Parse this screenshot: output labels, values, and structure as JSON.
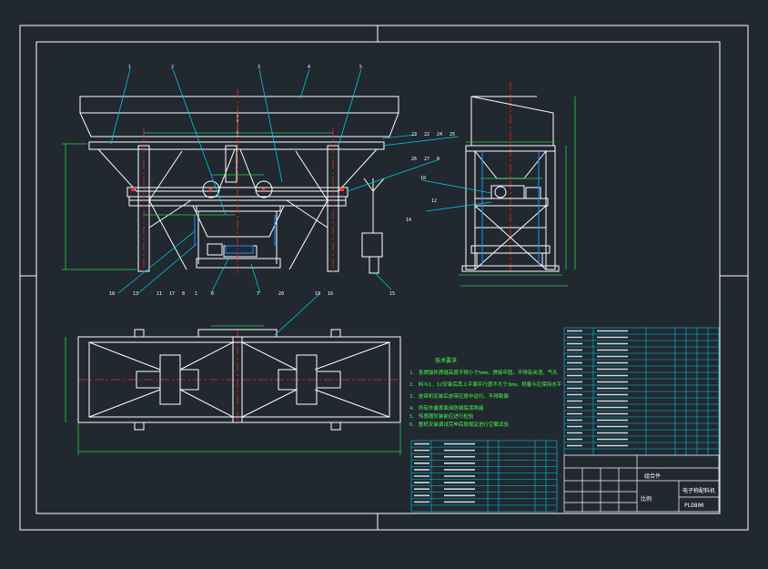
{
  "colors": {
    "background": "#212830",
    "frame": "#ffffff",
    "centerline": "#ff2020",
    "leader": "#00c8e6",
    "dimension": "#2bd14a",
    "notes": "#48ff48",
    "table_text": "#ffffff",
    "hatch": "#1e90ff"
  },
  "part_callouts_top": [
    "1",
    "2",
    "3",
    "4",
    "5"
  ],
  "part_callouts_side": [
    "23",
    "22",
    "24",
    "25",
    "26",
    "27",
    "8",
    "10",
    "12"
  ],
  "part_callouts_bottom": [
    "18",
    "13",
    "11",
    "17",
    "8",
    "1",
    "6",
    "7",
    "20",
    "19",
    "16",
    "14",
    "15"
  ],
  "title_block": {
    "title": "组合件",
    "drawing_name": "电子称配料机",
    "drawing_no": "PLD800",
    "scale_label": "比例"
  },
  "notes": {
    "heading": "技术要求",
    "lines": [
      "1. 各焊接件焊缝高度不得小于5mm，焊接牢固，不得有夹渣、气孔",
      "2. 料斗1、12安装后其上平面平行度不大于3mm，称量斗应保持水平",
      "3. 皮带机安装后皮带应居中运行，不得跑偏",
      "4. 所有外露表面涂防锈底漆两遍",
      "5. 传感器安装前应进行检验",
      "6. 整机安装调试完毕后按规定进行空载试验"
    ]
  }
}
